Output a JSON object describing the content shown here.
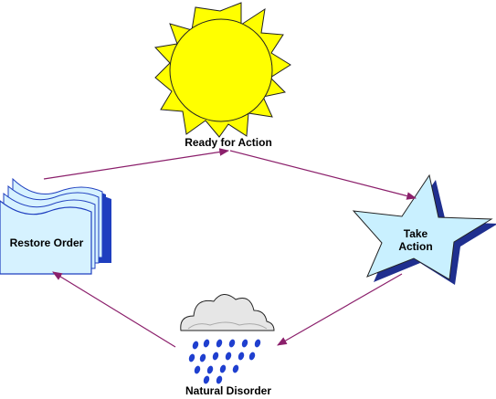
{
  "diagram": {
    "nodes": {
      "ready": {
        "label": "Ready for Action",
        "icon": "sun-icon"
      },
      "take": {
        "line1": "Take",
        "line2": "Action",
        "icon": "star-icon"
      },
      "disorder": {
        "label": "Natural Disorder",
        "icon": "rain-cloud-icon"
      },
      "restore": {
        "label": "Restore Order",
        "icon": "documents-icon"
      }
    },
    "colors": {
      "arrow": "#8b1f6b",
      "sun_fill": "#ffff00",
      "star_fill": "#c9f0ff",
      "star_shadow": "#1f2f8f",
      "doc_fill": "#d6f2ff",
      "doc_shadow": "#1f3fbf",
      "rain": "#1f3fcf"
    }
  }
}
